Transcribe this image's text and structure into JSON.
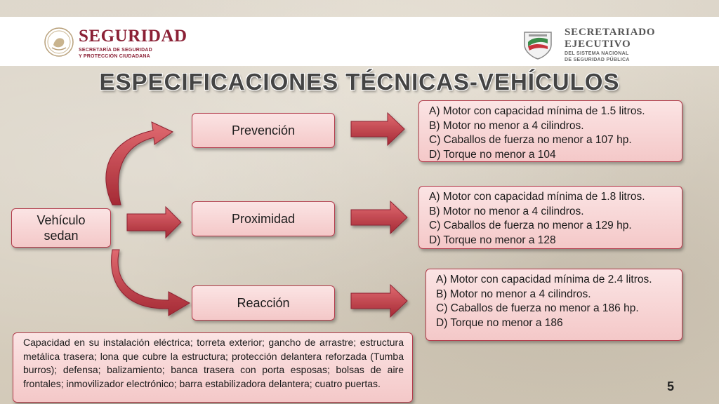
{
  "header": {
    "seguridad": {
      "title": "SEGURIDAD",
      "subtitle_line1": "SECRETARÍA DE SEGURIDAD",
      "subtitle_line2": "Y PROTECCIÓN CIUDADANA",
      "brand_color": "#8b2136"
    },
    "secretariado": {
      "title_line1": "SECRETARIADO",
      "title_line2": "EJECUTIVO",
      "subtitle_line1": "DEL SISTEMA NACIONAL",
      "subtitle_line2": "DE SEGURIDAD PÚBLICA"
    }
  },
  "slide": {
    "title": "ESPECIFICACIONES TÉCNICAS-VEHÍCULOS",
    "page_number": "5"
  },
  "diagram": {
    "root": {
      "line1": "Vehículo",
      "line2": "sedan"
    },
    "categories": [
      {
        "label": "Prevención",
        "specs": [
          "A) Motor con capacidad mínima de 1.5 litros.",
          "B) Motor no menor a 4 cilindros.",
          "C) Caballos de fuerza no menor a 107 hp.",
          "D) Torque no menor a 104"
        ]
      },
      {
        "label": "Proximidad",
        "specs": [
          "A) Motor con capacidad mínima de 1.8 litros.",
          "B) Motor no menor a 4 cilindros.",
          "C) Caballos de fuerza no menor a 129 hp.",
          "D) Torque no menor a 128"
        ]
      },
      {
        "label": "Reacción",
        "specs": [
          "A) Motor con capacidad mínima de 2.4 litros.",
          "B) Motor no menor a 4 cilindros.",
          "C) Caballos de fuerza no menor a 186 hp.",
          "D) Torque no menor a 186"
        ]
      }
    ],
    "description": "Capacidad en su instalación eléctrica; torreta exterior; gancho de arrastre; estructura metálica trasera; lona que cubre la estructura; protección delantera reforzada (Tumba burros); defensa; balizamiento; banca trasera con porta esposas; bolsas de aire frontales; inmovilizador electrónico; barra estabilizadora delantera; cuatro puertas.",
    "colors": {
      "box_fill": "#f4c8c8",
      "box_border": "#b23a4a",
      "arrow": "#b8333f"
    }
  }
}
